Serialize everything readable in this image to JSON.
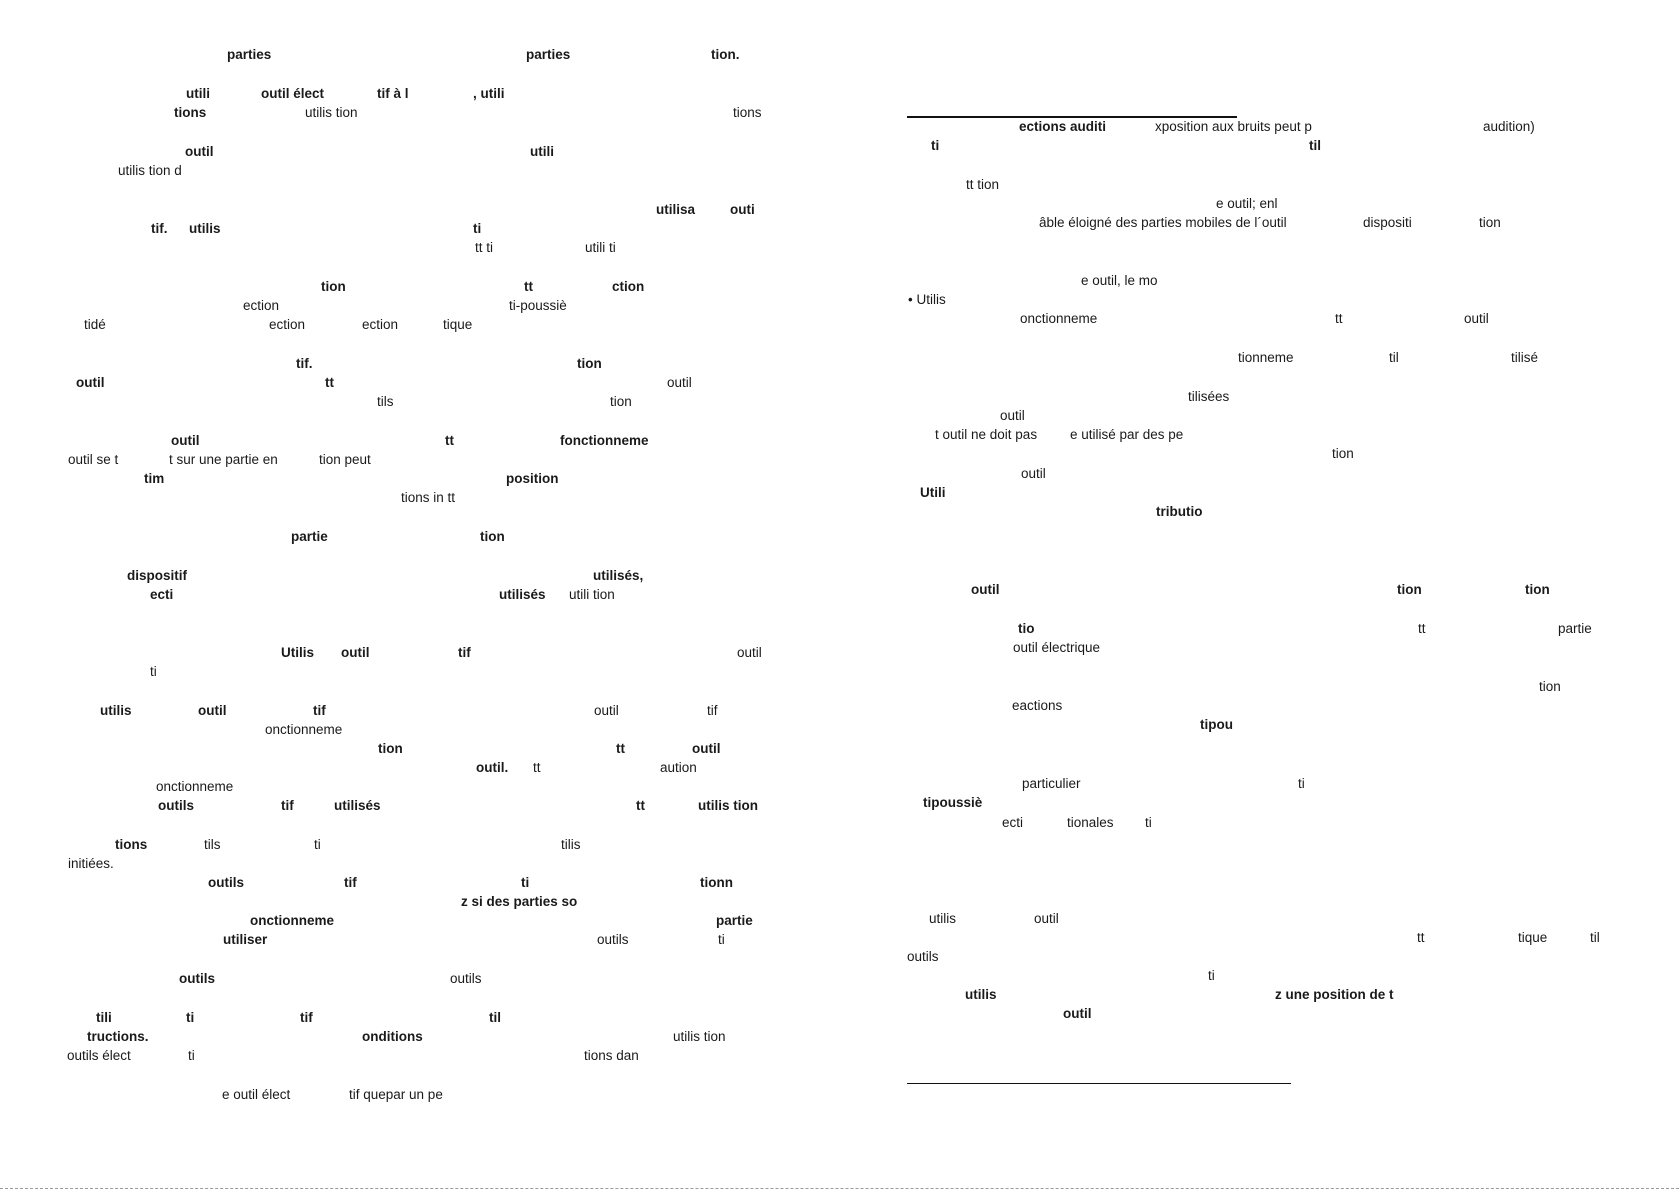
{
  "left_column": [
    {
      "text": "parties",
      "bold": true
    },
    {
      "text": "parties",
      "bold": true
    },
    {
      "text": "tion.",
      "bold": true
    },
    {
      "text": "utili",
      "bold": true
    },
    {
      "text": "outil élect",
      "bold": true
    },
    {
      "text": "tif à l",
      "bold": true
    },
    {
      "text": ", utili",
      "bold": true
    },
    {
      "text": "tions",
      "bold": true
    },
    {
      "text": "utilis  tion",
      "bold": false
    },
    {
      "text": "tions",
      "bold": false
    },
    {
      "text": "outil",
      "bold": true
    },
    {
      "text": "utili",
      "bold": true
    },
    {
      "text": "utilis  tion d",
      "bold": false
    },
    {
      "text": "utilisa",
      "bold": true
    },
    {
      "text": "outi",
      "bold": true
    },
    {
      "text": "tif.",
      "bold": true
    },
    {
      "text": "utilis",
      "bold": true
    },
    {
      "text": "ti",
      "bold": true
    },
    {
      "text": "tt    ti",
      "bold": false
    },
    {
      "text": "utili    ti",
      "bold": false
    },
    {
      "text": "tion",
      "bold": true
    },
    {
      "text": "tt",
      "bold": true
    },
    {
      "text": "ction",
      "bold": true
    },
    {
      "text": "ection",
      "bold": false
    },
    {
      "text": "ti-poussiè",
      "bold": false
    },
    {
      "text": "tidé",
      "bold": false
    },
    {
      "text": "ection",
      "bold": false
    },
    {
      "text": "ection",
      "bold": false
    },
    {
      "text": "tique",
      "bold": false
    },
    {
      "text": "tif.",
      "bold": true
    },
    {
      "text": "tion",
      "bold": true
    },
    {
      "text": "outil",
      "bold": true
    },
    {
      "text": "tt",
      "bold": true
    },
    {
      "text": "outil",
      "bold": false
    },
    {
      "text": "tils",
      "bold": false
    },
    {
      "text": "tion",
      "bold": false
    },
    {
      "text": "outil",
      "bold": true
    },
    {
      "text": "tt",
      "bold": true
    },
    {
      "text": "fonctionneme",
      "bold": true
    },
    {
      "text": "outil se t",
      "bold": false
    },
    {
      "text": "t sur une partie en",
      "bold": false
    },
    {
      "text": "tion peut",
      "bold": false
    },
    {
      "text": "tim",
      "bold": true
    },
    {
      "text": "position",
      "bold": true
    },
    {
      "text": "tions in  tt",
      "bold": false
    },
    {
      "text": "partie",
      "bold": true
    },
    {
      "text": "tion",
      "bold": true
    },
    {
      "text": "dispositif",
      "bold": true
    },
    {
      "text": "utilisés,",
      "bold": true
    },
    {
      "text": "ecti",
      "bold": true
    },
    {
      "text": "utilisés",
      "bold": true
    },
    {
      "text": "utili    tion",
      "bold": false
    },
    {
      "text": "Utilis",
      "bold": true
    },
    {
      "text": "outil",
      "bold": true
    },
    {
      "text": "tif",
      "bold": true
    },
    {
      "text": "outil",
      "bold": false
    },
    {
      "text": "ti",
      "bold": false
    },
    {
      "text": "utilis",
      "bold": true
    },
    {
      "text": "outil",
      "bold": true
    },
    {
      "text": "tif",
      "bold": true
    },
    {
      "text": "outil",
      "bold": false
    },
    {
      "text": "tif",
      "bold": false
    },
    {
      "text": "onctionneme",
      "bold": false
    },
    {
      "text": "tion",
      "bold": true
    },
    {
      "text": "tt",
      "bold": true
    },
    {
      "text": "outil",
      "bold": true
    },
    {
      "text": "outil.",
      "bold": true
    },
    {
      "text": "tt",
      "bold": false
    },
    {
      "text": "aution",
      "bold": false
    },
    {
      "text": "onctionneme",
      "bold": false
    },
    {
      "text": "outils",
      "bold": true
    },
    {
      "text": "tif",
      "bold": true
    },
    {
      "text": "utilisés",
      "bold": true
    },
    {
      "text": "tt",
      "bold": true
    },
    {
      "text": "utilis  tion",
      "bold": true
    },
    {
      "text": "tions",
      "bold": true
    },
    {
      "text": "tils",
      "bold": false
    },
    {
      "text": "ti",
      "bold": false
    },
    {
      "text": "tilis",
      "bold": false
    },
    {
      "text": "initiées.",
      "bold": false
    },
    {
      "text": "outils",
      "bold": true
    },
    {
      "text": "tif",
      "bold": true
    },
    {
      "text": "ti",
      "bold": true
    },
    {
      "text": "tionn",
      "bold": true
    },
    {
      "text": "z si des parties so",
      "bold": true
    },
    {
      "text": "onctionneme",
      "bold": true
    },
    {
      "text": "partie",
      "bold": true
    },
    {
      "text": "utiliser",
      "bold": true
    },
    {
      "text": "outils",
      "bold": false
    },
    {
      "text": "ti",
      "bold": false
    },
    {
      "text": "outils",
      "bold": true
    },
    {
      "text": "outils",
      "bold": false
    },
    {
      "text": "tili",
      "bold": true
    },
    {
      "text": "ti",
      "bold": true
    },
    {
      "text": "tif",
      "bold": true
    },
    {
      "text": "til",
      "bold": true
    },
    {
      "text": "tructions.",
      "bold": true
    },
    {
      "text": "onditions",
      "bold": true
    },
    {
      "text": "utilis  tion",
      "bold": false
    },
    {
      "text": "outils élect",
      "bold": false
    },
    {
      "text": "ti",
      "bold": false
    },
    {
      "text": "tions dan",
      "bold": false
    },
    {
      "text": "e outil élect",
      "bold": false
    },
    {
      "text": "tif quepar un pe",
      "bold": false
    }
  ],
  "right_column": [
    {
      "text": "ections auditi",
      "bold": true
    },
    {
      "text": "xposition aux bruits peut p",
      "bold": false
    },
    {
      "text": "audition)",
      "bold": false
    },
    {
      "text": "ti",
      "bold": true
    },
    {
      "text": "til",
      "bold": true
    },
    {
      "text": "tt    tion",
      "bold": false
    },
    {
      "text": "e outil; enl",
      "bold": false
    },
    {
      "text": "âble éloigné des parties mobiles de l´outil",
      "bold": false
    },
    {
      "text": "dispositi",
      "bold": false
    },
    {
      "text": "tion",
      "bold": false
    },
    {
      "text": "e outil, le mo",
      "bold": false
    },
    {
      "text": "• Utilis",
      "bold": false
    },
    {
      "text": "onctionneme",
      "bold": false
    },
    {
      "text": "tt",
      "bold": false
    },
    {
      "text": "outil",
      "bold": false
    },
    {
      "text": "tionneme",
      "bold": false
    },
    {
      "text": "til",
      "bold": false
    },
    {
      "text": "tilisé",
      "bold": false
    },
    {
      "text": "tilisées",
      "bold": false
    },
    {
      "text": "outil",
      "bold": false
    },
    {
      "text": "t outil ne doit pas",
      "bold": false
    },
    {
      "text": "e utilisé par des pe",
      "bold": false
    },
    {
      "text": "tion",
      "bold": false
    },
    {
      "text": "outil",
      "bold": false
    },
    {
      "text": "Utili",
      "bold": true
    },
    {
      "text": "tributio",
      "bold": true
    },
    {
      "text": "outil",
      "bold": true
    },
    {
      "text": "tion",
      "bold": true
    },
    {
      "text": "tion",
      "bold": true
    },
    {
      "text": "tio",
      "bold": true
    },
    {
      "text": "tt",
      "bold": false
    },
    {
      "text": "partie",
      "bold": false
    },
    {
      "text": "outil électrique",
      "bold": false
    },
    {
      "text": "tion",
      "bold": false
    },
    {
      "text": "eactions",
      "bold": false
    },
    {
      "text": "tipou",
      "bold": true
    },
    {
      "text": "particulier",
      "bold": false
    },
    {
      "text": "ti",
      "bold": false
    },
    {
      "text": "tipoussiè",
      "bold": true
    },
    {
      "text": "ecti",
      "bold": false
    },
    {
      "text": "tionales",
      "bold": false
    },
    {
      "text": "ti",
      "bold": false
    },
    {
      "text": "utilis",
      "bold": false
    },
    {
      "text": "outil",
      "bold": false
    },
    {
      "text": "tt",
      "bold": false
    },
    {
      "text": "tique",
      "bold": false
    },
    {
      "text": "til",
      "bold": false
    },
    {
      "text": "outils",
      "bold": false
    },
    {
      "text": "ti",
      "bold": false
    },
    {
      "text": "utilis",
      "bold": true
    },
    {
      "text": "z une position de t",
      "bold": true
    },
    {
      "text": "outil",
      "bold": true
    }
  ]
}
